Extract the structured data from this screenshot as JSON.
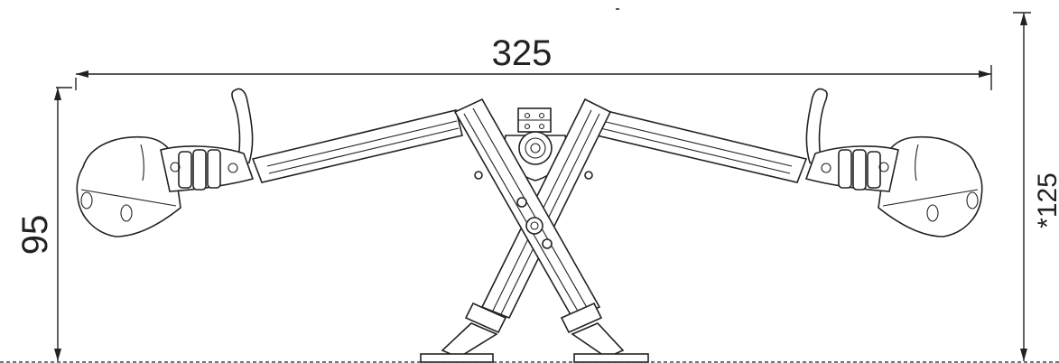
{
  "dimensions": {
    "width_label": "325",
    "height_label": "95",
    "total_height_label": "*125"
  },
  "colors": {
    "line": "#222222",
    "background": "#ffffff"
  }
}
